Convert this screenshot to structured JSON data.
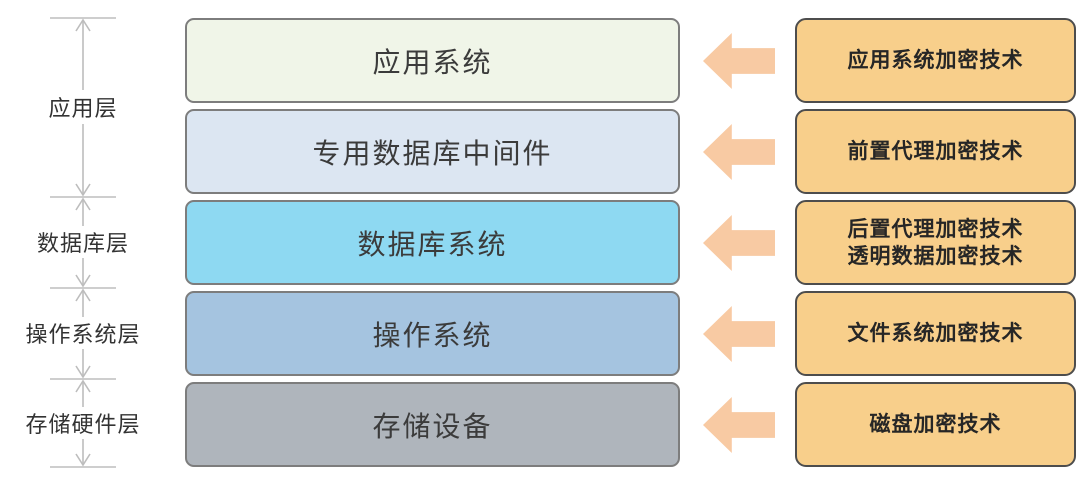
{
  "left_scale": {
    "segments": [
      {
        "label": "应用层"
      },
      {
        "label": "数据库层"
      },
      {
        "label": "操作系统层"
      },
      {
        "label": "存储硬件层"
      }
    ]
  },
  "layers": [
    {
      "name": "应用系统",
      "fill": "#f0f5e8"
    },
    {
      "name": "专用数据库中间件",
      "fill": "#dce6f2"
    },
    {
      "name": "数据库系统",
      "fill": "#8ed9f2"
    },
    {
      "name": "操作系统",
      "fill": "#a5c4e0"
    },
    {
      "name": "存储设备",
      "fill": "#afb5bc"
    }
  ],
  "technologies": [
    {
      "lines": [
        "应用系统加密技术"
      ]
    },
    {
      "lines": [
        "前置代理加密技术"
      ]
    },
    {
      "lines": [
        "后置代理加密技术",
        "透明数据加密技术"
      ]
    },
    {
      "lines": [
        "文件系统加密技术"
      ]
    },
    {
      "lines": [
        "磁盘加密技术"
      ]
    }
  ],
  "colors": {
    "layer_box_border": "#7d7d7d",
    "tech_box_fill": "#f8cf8b",
    "tech_box_border": "#4d4d4d",
    "arrow_fill": "#f8caa3",
    "scale_line": "#bdbdbd",
    "text_dark": "#3b3b3b"
  }
}
